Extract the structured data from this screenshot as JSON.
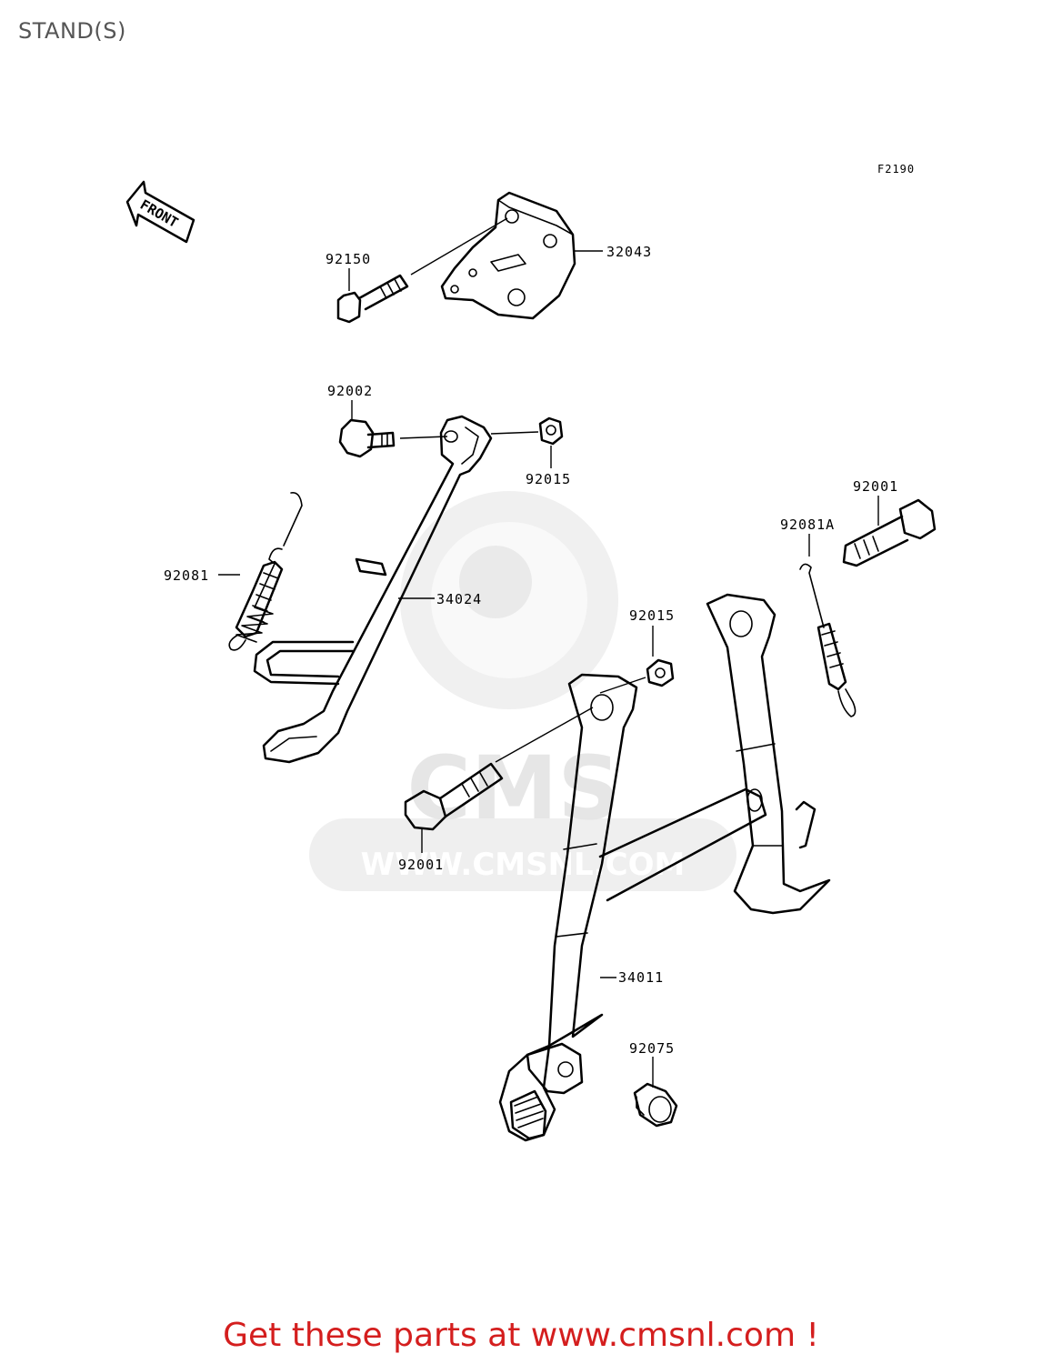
{
  "page": {
    "title": "STAND(S)"
  },
  "figure": {
    "id": "F2190",
    "front_label": "FRONT"
  },
  "parts": {
    "p92150": "92150",
    "p32043": "32043",
    "p92002": "92002",
    "p92015a": "92015",
    "p92001a": "92001",
    "p92081a": "92081A",
    "p92081": "92081",
    "p34024": "34024",
    "p92015b": "92015",
    "p92001b": "92001",
    "p34011": "34011",
    "p92075": "92075"
  },
  "watermark": {
    "brand": "CMS",
    "url": "WWW.CMSNL.COM"
  },
  "cta": {
    "text": "Get these parts at www.cmsnl.com !"
  }
}
